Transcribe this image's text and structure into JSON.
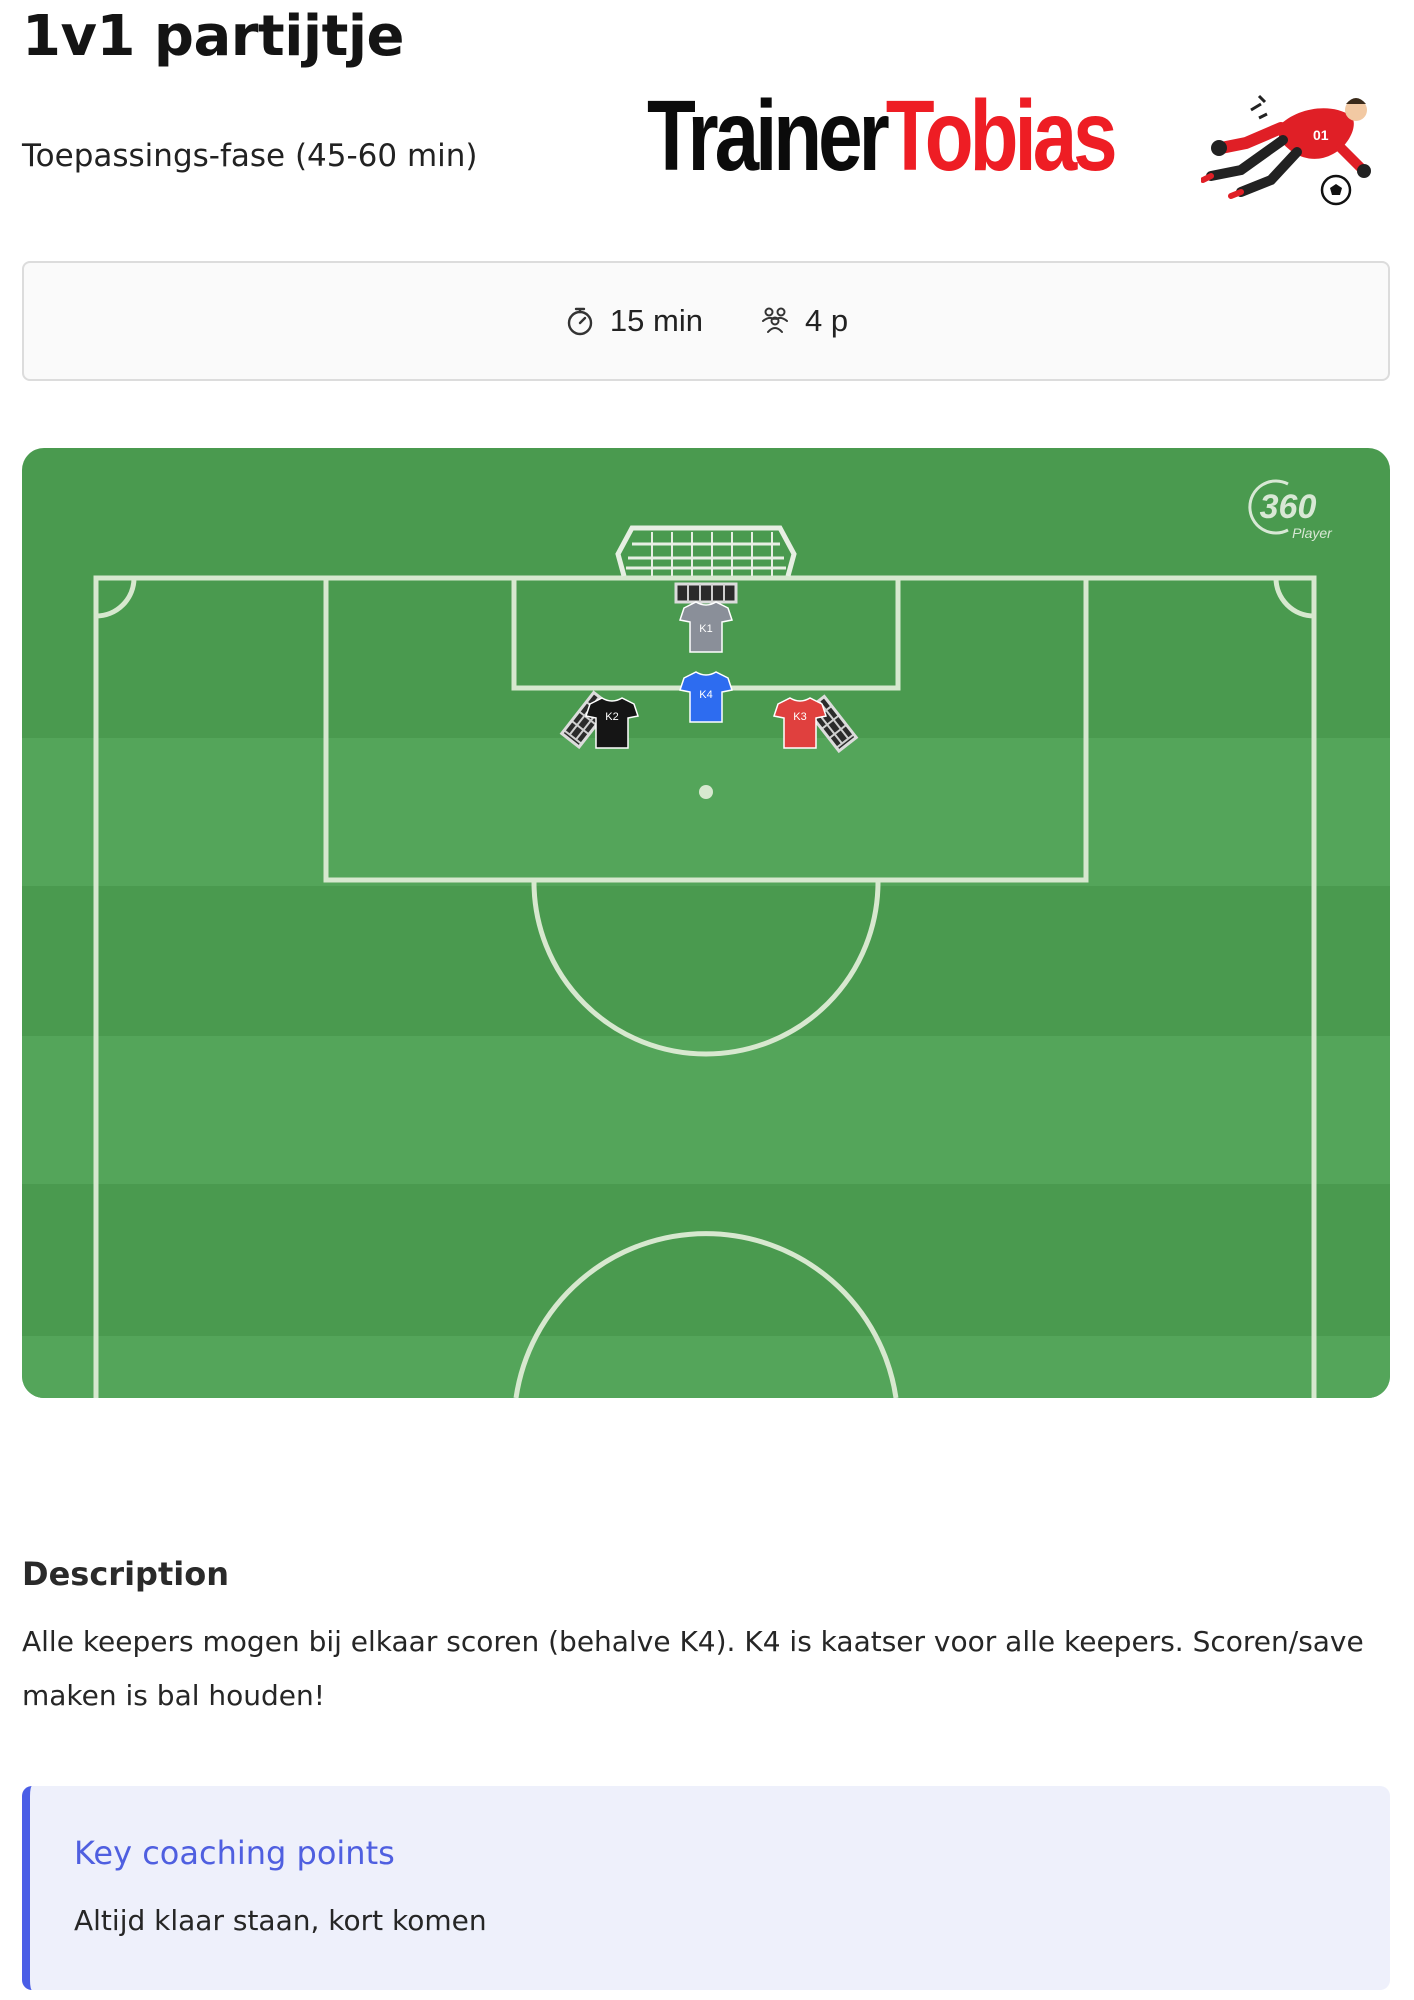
{
  "header": {
    "title": "1v1 partijtje",
    "subtitle": "Toepassings-fase (45-60 min)",
    "brand_part1": "Trainer",
    "brand_part2": "Tobias",
    "brand_color_dark": "#0b0b0b",
    "brand_color_red": "#ee1d24"
  },
  "meta": {
    "duration": "15 min",
    "duration_icon": "stopwatch-icon",
    "players": "4 p",
    "players_icon": "group-icon"
  },
  "pitch": {
    "watermark_main": "360",
    "watermark_sub": "Player",
    "grass_dark": "#4a9a4f",
    "grass_light": "#54a55a",
    "line_color": "#d7e8cf",
    "players": [
      {
        "label": "K1",
        "color": "#8a8f99"
      },
      {
        "label": "K4",
        "color": "#2d6cf0"
      },
      {
        "label": "K2",
        "color": "#151515"
      },
      {
        "label": "K3",
        "color": "#e0403e"
      }
    ]
  },
  "description": {
    "heading": "Description",
    "text": "Alle keepers mogen bij elkaar scoren (behalve K4). K4 is kaatser voor alle keepers. Scoren/save maken is bal houden!"
  },
  "coaching": {
    "heading": "Key coaching points",
    "text": "Altijd klaar staan, kort komen",
    "accent_color": "#4a5ee6"
  }
}
